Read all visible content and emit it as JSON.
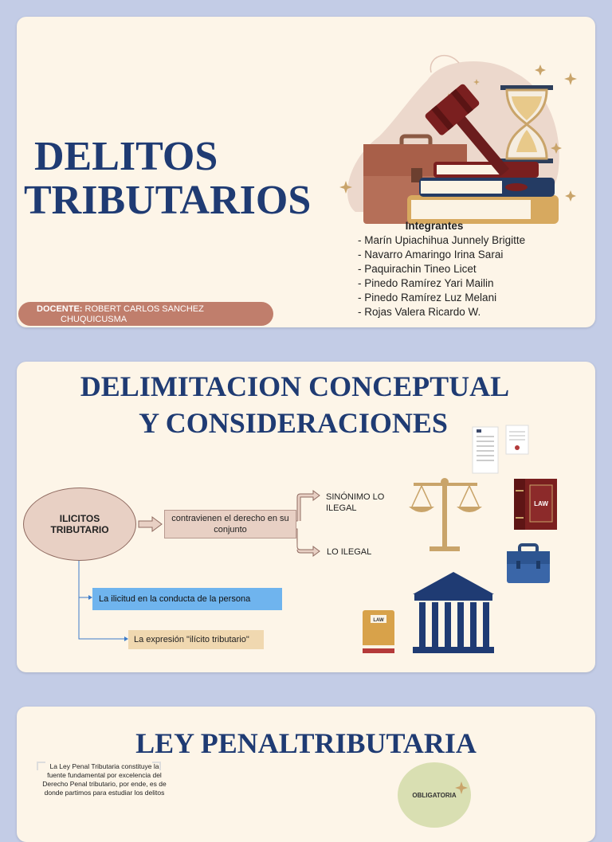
{
  "slide1": {
    "title_line1": "DELITOS",
    "title_line2": "TRIBUTARIOS",
    "members_header": "Integrantes",
    "members": [
      "-  Marín Upiachihua Junnely Brigitte",
      "- Navarro Amaringo Irina Sarai",
      "- Paquirachin Tineo Licet",
      "- Pinedo Ramírez Yari Mailin",
      "- Pinedo Ramírez Luz Melani",
      "- Rojas Valera Ricardo W."
    ],
    "docente_label": "DOCENTE:",
    "docente_name_line1": "ROBERT CARLOS SANCHEZ",
    "docente_name_line2": "CHUQUICUSMA"
  },
  "slide2": {
    "title_line1": "DELIMITACION CONCEPTUAL",
    "title_line2": "Y CONSIDERACIONES",
    "ellipse_text": "ILICITOS TRIBUTARIO",
    "box_contravienen": "contravienen el derecho en su conjunto",
    "label_sinonimo": "SINÓNIMO LO ILEGAL",
    "label_ilegal": "LO ILEGAL",
    "box_ilicitud": "La ilicitud en la conducta de la persona",
    "box_expresion": "La expresión \"ilícito tributario\"",
    "law_book_label": "LAW",
    "law_small_label": "LAW"
  },
  "slide3": {
    "title": "LEY PENALTRIBUTARIA",
    "ley_text": "La Ley Penal Tributaria constituye la fuente fundamental por excelencia del Derecho Penal tributario, por ende, es de donde partimos para estudiar los delitos",
    "obligatoria": "OBLIGATORIA"
  },
  "colors": {
    "background": "#c3cce6",
    "slide": "#fdf5e8",
    "title_blue": "#1f3b73",
    "docente_pill": "#c07e6c",
    "blue_box": "#6fb4ee",
    "tan_box": "#f0d8b0"
  }
}
